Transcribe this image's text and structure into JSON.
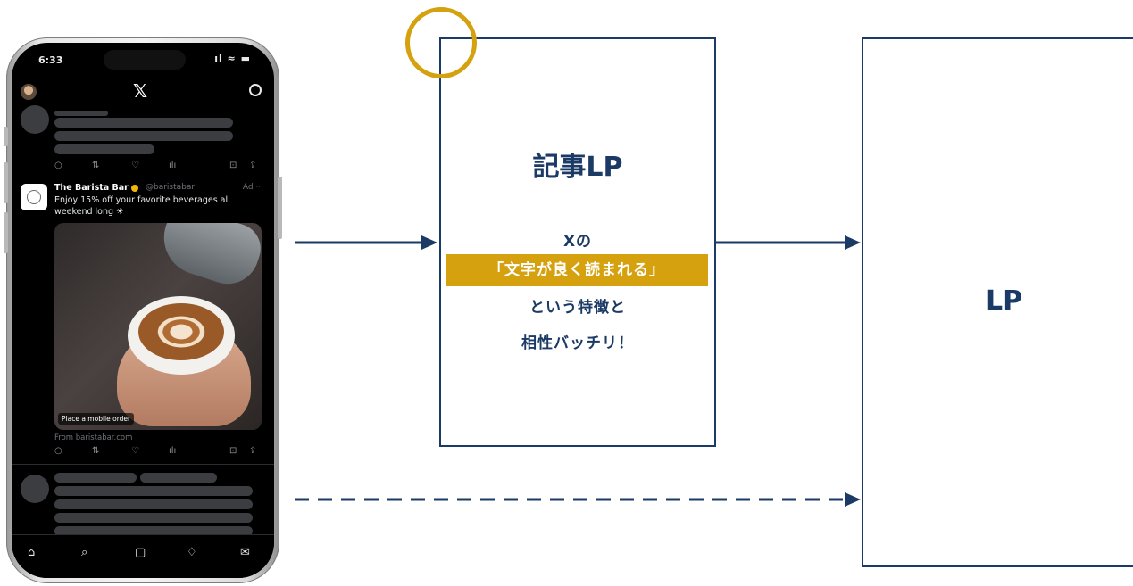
{
  "phone": {
    "status_time": "6:33",
    "status_icons": "ıl ≈ ▬",
    "app_logo": "𝕏",
    "ad": {
      "name": "The Barista Bar",
      "handle": "@baristabar",
      "tag": "Ad ···",
      "text": "Enjoy 15% off your favorite beverages all weekend long ☀",
      "image_badge": "Place a mobile order",
      "from": "From baristabar.com"
    },
    "actions": [
      "○",
      "⇅",
      "♡",
      "ılı",
      "⊡",
      "⇪"
    ],
    "tabs": [
      "⌂",
      "⌕",
      "▢",
      "♢",
      "✉"
    ]
  },
  "diagram": {
    "article_title": "記事LP",
    "feature_line1": "Xの",
    "feature_highlight": "「文字が良く読まれる」",
    "feature_line3": "という特徴と",
    "feature_line4": "相性バッチリ！",
    "lp_title": "LP"
  },
  "colors": {
    "navy": "#1b3a66",
    "gold": "#d5a10e"
  }
}
